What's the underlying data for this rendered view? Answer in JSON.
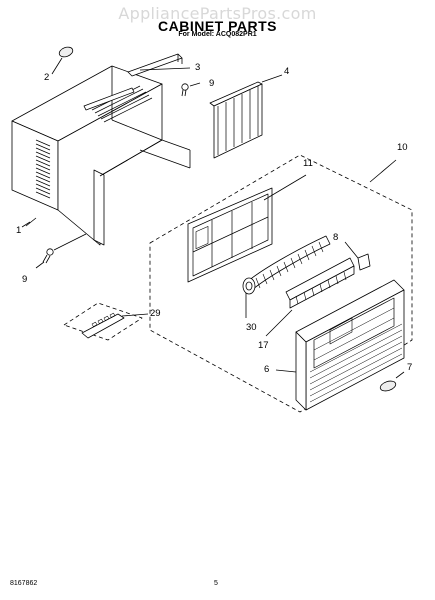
{
  "header": {
    "watermark": "AppliancePartsPros.com",
    "title": "CABINET PARTS",
    "subtitle": "For Model: ACQ082PR1"
  },
  "callouts": {
    "c1": "1",
    "c2": "2",
    "c3": "3",
    "c4": "4",
    "c6": "6",
    "c7": "7",
    "c8": "8",
    "c9a": "9",
    "c9b": "9",
    "c10": "10",
    "c11": "11",
    "c17": "17",
    "c29": "29",
    "c30": "30"
  },
  "footer": {
    "doc_number": "8167862",
    "page_number": "5"
  }
}
